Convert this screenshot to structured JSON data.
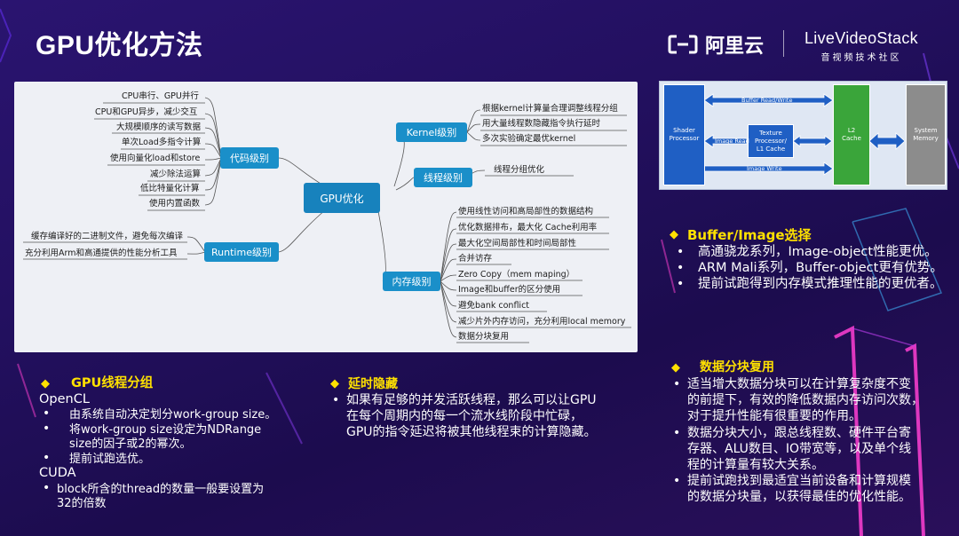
{
  "slide": {
    "title": "GPU优化方法"
  },
  "brand": {
    "aliyun": "阿里云",
    "livevideostack": "LiveVideoStack",
    "livevideostack_sub": "音视频技术社区"
  },
  "mindmap": {
    "center": "GPU优化",
    "branches": {
      "code": "代码级别",
      "runtime": "Runtime级别",
      "kernel": "Kernel级别",
      "thread": "线程级别",
      "memory": "内存级别"
    },
    "code_leaves": [
      "CPU串行、GPU并行",
      "CPU和GPU异步，减少交互",
      "大规模顺序的读写数据",
      "单次Load多指令计算",
      "使用向量化load和store",
      "减少除法运算",
      "低比特量化计算",
      "使用内置函数"
    ],
    "runtime_leaves": [
      "缓存编译好的二进制文件，避免每次编译",
      "充分利用Arm和高通提供的性能分析工具"
    ],
    "kernel_leaves": [
      "根据kernel计算量合理调整线程分组",
      "用大量线程数隐藏指令执行延时",
      "多次实验确定最优kernel"
    ],
    "thread_leaves": [
      "线程分组优化"
    ],
    "memory_leaves": [
      "使用线性访问和高局部性的数据结构",
      "优化数据排布，最大化 Cache利用率",
      "最大化空间局部性和时间局部性",
      "合并访存",
      "Zero Copy（mem maping）",
      "Image和buffer的区分使用",
      "避免bank conflict",
      "减少片外内存访问，充分利用local memory",
      "数据分块复用"
    ]
  },
  "diagram": {
    "shader": "Shader\nProcessor",
    "texture": "Texture\nProcessor/\nL1 Cache",
    "l2": "L2\nCache",
    "system": "System\nMemory",
    "buffer_rw": "Buffer Read/Write",
    "image_read": "Image Read",
    "image_write": "Image Write"
  },
  "sections": {
    "buffer_image": {
      "heading": "Buffer/Image选择",
      "items": [
        "高通骁龙系列，Image-object性能更优。",
        "ARM Mali系列，Buffer-object更有优势。",
        "提前试跑得到内存模式推理性能的更优者。"
      ]
    },
    "thread_group": {
      "heading": "GPU线程分组",
      "opencl": "OpenCL",
      "opencl_items": [
        "由系统自动决定划分work-group size。",
        "将work-group size设定为NDRange",
        "size的因子或2的幂次。",
        "提前试跑选优。"
      ],
      "cuda": "CUDA",
      "cuda_items": [
        "block所含的thread的数量一般要设置为",
        "32的倍数"
      ]
    },
    "latency": {
      "heading": "延时隐藏",
      "lines": [
        "如果有足够的并发活跃线程，那么可以让GPU",
        "在每个周期内的每一个流水线阶段中忙碌，",
        "GPU的指令延迟将被其他线程束的计算隐藏。"
      ]
    },
    "tiling": {
      "heading": "数据分块复用",
      "lines": [
        "适当增大数据分块可以在计算复杂度不变",
        "的前提下，有效的降低数据内存访问次数，",
        "对于提升性能有很重要的作用。",
        "数据分块大小，跟总线程数、硬件平台寄",
        "存器、ALU数目、IO带宽等，以及单个线",
        "程的计算量有较大关系。",
        "提前试跑找到最适宜当前设备和计算规模",
        "的数据分块量，以获得最佳的优化性能。"
      ]
    }
  },
  "colors": {
    "accent_yellow": "#ffe100",
    "node_blue": "#1a8fc9",
    "diagram_blue": "#1f5fc4",
    "diagram_green": "#3aa53a",
    "diagram_gray": "#8c8c8c"
  },
  "icons": {
    "bullet": "diamond-icon",
    "list": "dot-icon"
  }
}
